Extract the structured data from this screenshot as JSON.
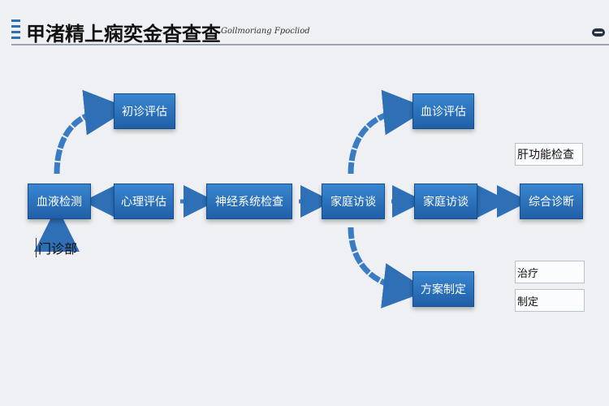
{
  "header": {
    "title": "甲渚精上痫奕金杳查查",
    "subtitle": "Gollmoriang Fpocliod"
  },
  "nodes": {
    "initial_eval": "初诊评估",
    "blood_test": "血液检测",
    "psych_eval": "心理评估",
    "neuro_exam": "神经系统检查",
    "family_interview_1": "家庭访谈",
    "blood_eval": "血诊评估",
    "family_interview_2": "家庭访谈",
    "diagnosis": "综合诊断",
    "plan": "方案制定"
  },
  "labels": {
    "outpatient": "门诊部",
    "liver_check": "肝功能检查",
    "treatment": "治疗",
    "formulation": "制定"
  },
  "colors": {
    "node_fill": "#2f75c2",
    "arrow": "#2f6fb6",
    "accent": "#2f6fb6"
  }
}
